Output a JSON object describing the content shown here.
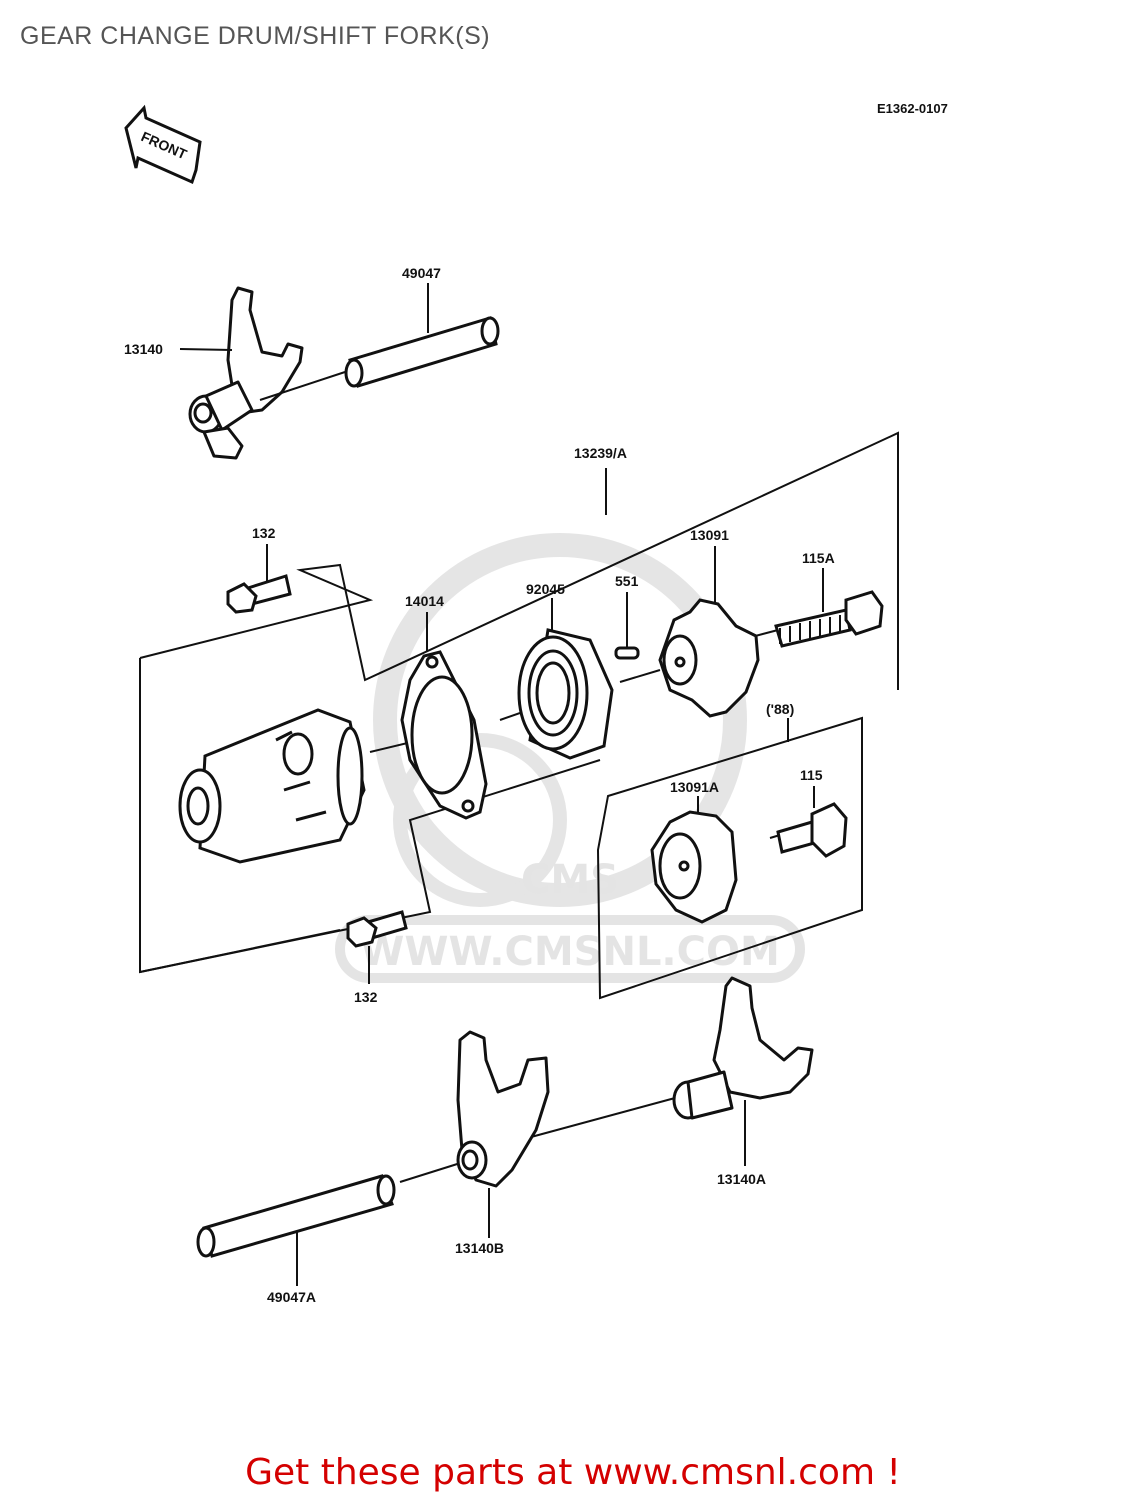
{
  "page": {
    "title": "GEAR CHANGE DRUM/SHIFT FORK(S)",
    "diagram_id": "E1362-0107",
    "front_label": "FRONT"
  },
  "parts": {
    "p49047": "49047",
    "p13140": "13140",
    "p13239A": "13239/A",
    "p132_top": "132",
    "p14014": "14014",
    "p92045": "92045",
    "p551": "551",
    "p13091": "13091",
    "p115A": "115A",
    "p88": "('88)",
    "p13091A": "13091A",
    "p115": "115",
    "p132_bottom": "132",
    "p13140A": "13140A",
    "p13140B": "13140B",
    "p49047A": "49047A"
  },
  "watermark": {
    "text": "WWW.CMSNL.COM",
    "logo": "CMS"
  },
  "footer": {
    "cta": "Get these parts at www.cmsnl.com !"
  }
}
